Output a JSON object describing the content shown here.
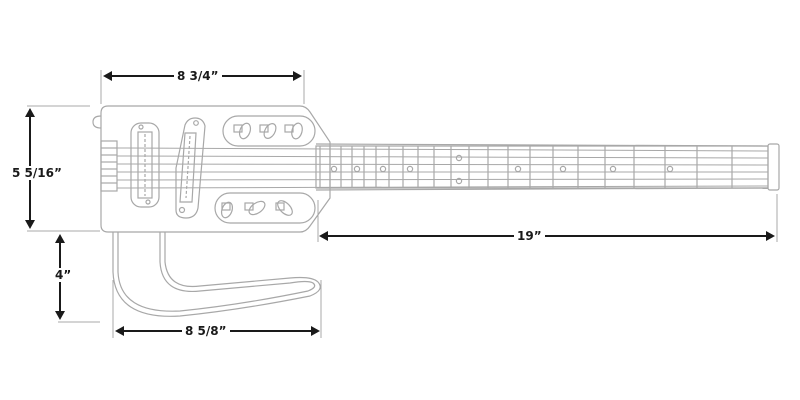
{
  "diagram": {
    "subject": "travel guitar dimension drawing",
    "colors": {
      "outline": "#a8a8a8",
      "dimension": "#1a1a1a",
      "background": "#ffffff"
    },
    "dimensions": {
      "body_width": "8 3/4”",
      "body_height": "5 5/16”",
      "frame_height": "4”",
      "frame_width": "8 5/8”",
      "neck_length": "19”"
    },
    "neck": {
      "fret_count": 22,
      "single_inlay_frets": [
        3,
        5,
        7,
        9,
        15,
        17,
        19,
        21
      ],
      "double_inlay_frets": [
        12
      ],
      "strings": 6
    },
    "body": {
      "pickups": 2,
      "control_knobs": 6
    }
  }
}
